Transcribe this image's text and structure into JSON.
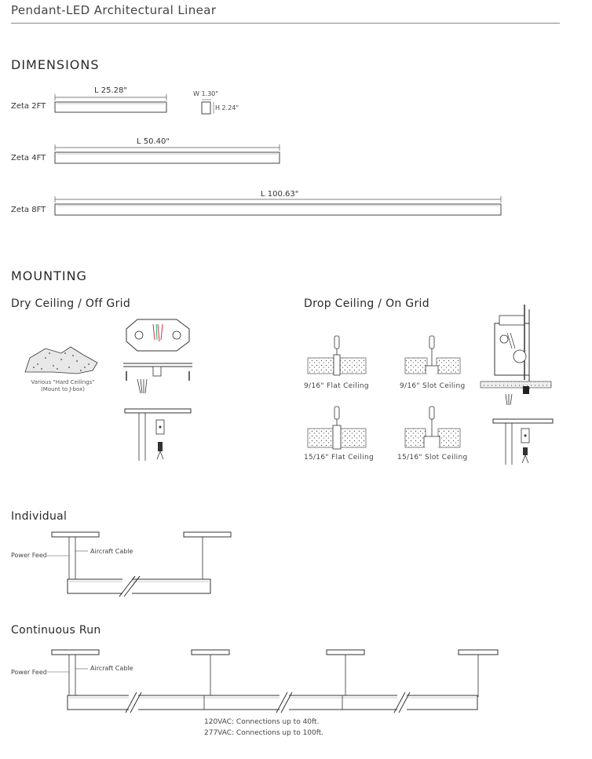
{
  "header": {
    "title": "Pendant-LED Architectural Linear"
  },
  "dimensions": {
    "heading": "DIMENSIONS",
    "models": [
      {
        "name": "Zeta 2FT",
        "length": "L 25.28\""
      },
      {
        "name": "Zeta 4FT",
        "length": "L 50.40\""
      },
      {
        "name": "Zeta 8FT",
        "length": "L 100.63\""
      }
    ],
    "profile": {
      "width": "W 1.30\"",
      "height": "H 2.24\""
    }
  },
  "mounting": {
    "heading": "MOUNTING",
    "dry": {
      "heading": "Dry Ceiling / Off Grid",
      "caption_line1": "Various \"Hard Ceilings\"",
      "caption_line2": "(Mount to J-box)"
    },
    "drop": {
      "heading": "Drop Ceiling / On Grid",
      "captions": [
        "9/16\" Flat Ceiling",
        "9/16\" Slot Ceiling",
        "15/16\" Flat Ceiling",
        "15/16\" Slot  Ceiling"
      ]
    }
  },
  "individual": {
    "heading": "Individual",
    "power_feed": "Power Feed",
    "aircraft_cable": "Aircraft Cable"
  },
  "continuous": {
    "heading": "Continuous Run",
    "power_feed": "Power Feed",
    "aircraft_cable": "Aircraft Cable",
    "note_line1": "120VAC: Connections up to 40ft.",
    "note_line2": "277VAC: Connections up to 100ft."
  }
}
